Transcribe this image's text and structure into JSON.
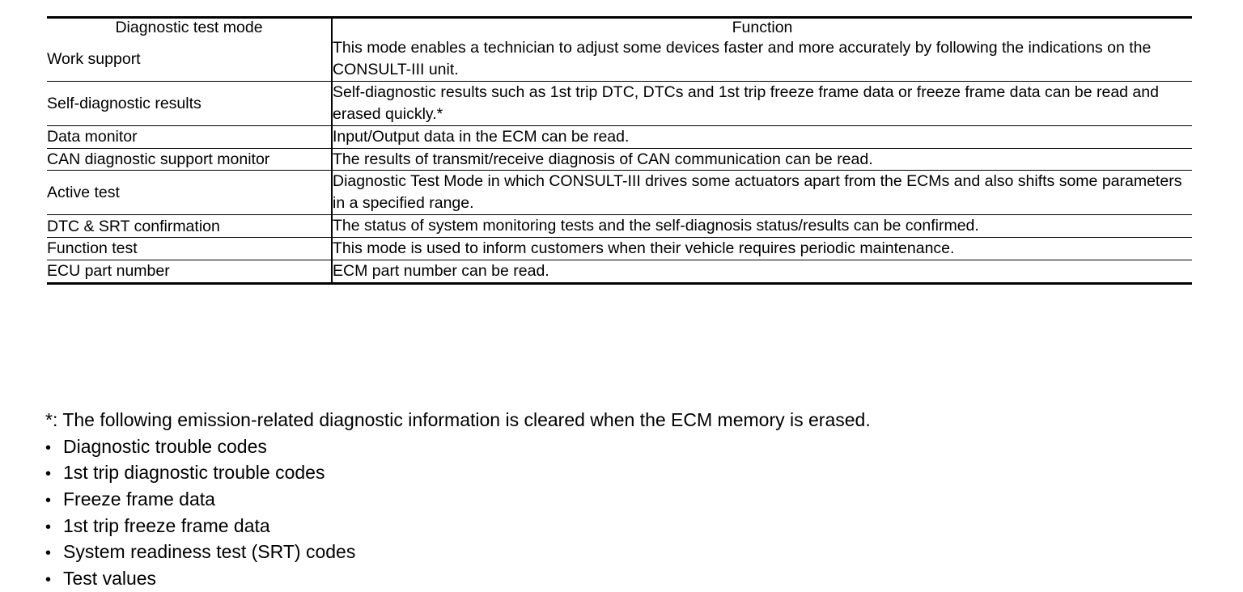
{
  "table": {
    "headers": {
      "mode": "Diagnostic test mode",
      "function": "Function"
    },
    "rows": [
      {
        "mode": "Work support",
        "function": "This mode enables a technician to adjust some devices faster and more accurately by following the indications on the CONSULT-III unit."
      },
      {
        "mode": "Self-diagnostic results",
        "function": "Self-diagnostic results such as 1st trip DTC, DTCs and 1st trip freeze frame data or freeze frame data can be read and erased quickly.*"
      },
      {
        "mode": "Data monitor",
        "function": "Input/Output data in the ECM can be read."
      },
      {
        "mode": "CAN diagnostic support monitor",
        "function": "The results of transmit/receive diagnosis of CAN communication can be read."
      },
      {
        "mode": "Active test",
        "function": "Diagnostic Test Mode in which CONSULT-III drives some actuators apart from the ECMs and also shifts some parameters in a specified range."
      },
      {
        "mode": "DTC & SRT confirmation",
        "function": "The status of system monitoring tests and the self-diagnosis status/results can be confirmed."
      },
      {
        "mode": "Function test",
        "function": "This mode is used to inform customers when their vehicle requires periodic maintenance."
      },
      {
        "mode": "ECU part number",
        "function": "ECM part number can be read."
      }
    ]
  },
  "footnote": {
    "note": "*: The following emission-related diagnostic information is cleared when the ECM memory is erased.",
    "bullet_marker": "•",
    "items": [
      "Diagnostic trouble codes",
      "1st trip diagnostic trouble codes",
      "Freeze frame data",
      "1st trip freeze frame data",
      "System readiness test (SRT) codes",
      "Test values"
    ]
  }
}
